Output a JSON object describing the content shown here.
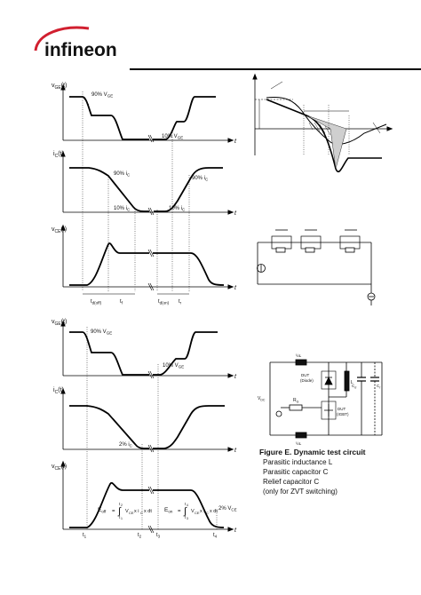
{
  "logo": {
    "text": "infineon",
    "color": "#1a55a8",
    "swoosh_color": "#d11f2f"
  },
  "upper_panel": {
    "vge_label": "v",
    "vge_sub": "GE",
    "vge_arg": "(t)",
    "vge_90": "90% V",
    "vge_90_sub": "GE",
    "vge_10": "10% V",
    "vge_10_sub": "GE",
    "ic_label": "i",
    "ic_sub": "C",
    "ic_arg": "(t)",
    "ic_90_left": "90% i",
    "ic_90_right": "90% i",
    "ic_90_sub": "C",
    "ic_10_left": "10% i",
    "ic_10_right": "10% i",
    "ic_10_sub": "C",
    "vce_label": "v",
    "vce_sub": "CE",
    "vce_arg": "(t)",
    "t": "t",
    "t_doff": "t",
    "t_doff_sub": "d(off)",
    "t_f": "t",
    "t_f_sub": "f",
    "t_don": "t",
    "t_don_sub": "d(on)",
    "t_r": "t",
    "t_r_sub": "r"
  },
  "lower_panel": {
    "vge_label": "v",
    "vge_sub": "GE",
    "vge_arg": "(t)",
    "vge_90": "90% V",
    "vge_90_sub": "GE",
    "vge_10": "10% V",
    "vge_10_sub": "GE",
    "ic_label": "i",
    "ic_sub": "C",
    "ic_arg": "(t)",
    "ic_2": "2% i",
    "ic_2_sub": "C",
    "vce_label": "v",
    "vce_sub": "CE",
    "vce_arg": "(t)",
    "vce_2": "2% V",
    "vce_2_sub": "CE",
    "eoff": "E",
    "eoff_sub": "off",
    "eon": "E",
    "eon_sub": "on",
    "t": "t",
    "t1": "t",
    "t1_sub": "1",
    "t2": "t",
    "t2_sub": "2",
    "t3": "t",
    "t3_sub": "3",
    "t4": "t",
    "t4_sub": "4"
  },
  "circuit": {
    "vdc": "V",
    "vdc_sub": "DC",
    "rg": "R",
    "rg_sub": "G",
    "dut_diode": "DUT",
    "dut_diode_line2": "(Diode)",
    "dut_igbt": "DUT",
    "dut_igbt_line2": "(IGBT)",
    "l": "L",
    "cs": "C",
    "cs_sub": "σ",
    "cr": "C",
    "cr_sub": "r",
    "lsigma_top": "½L",
    "lsigma_bottom": "½L"
  },
  "caption": {
    "title": "Figure E. Dynamic test circuit",
    "line1": "Parasitic inductance L",
    "line2": "Parasitic capacitor C",
    "line3": "Relief capacitor C",
    "line4": "(only for ZVT switching)"
  }
}
